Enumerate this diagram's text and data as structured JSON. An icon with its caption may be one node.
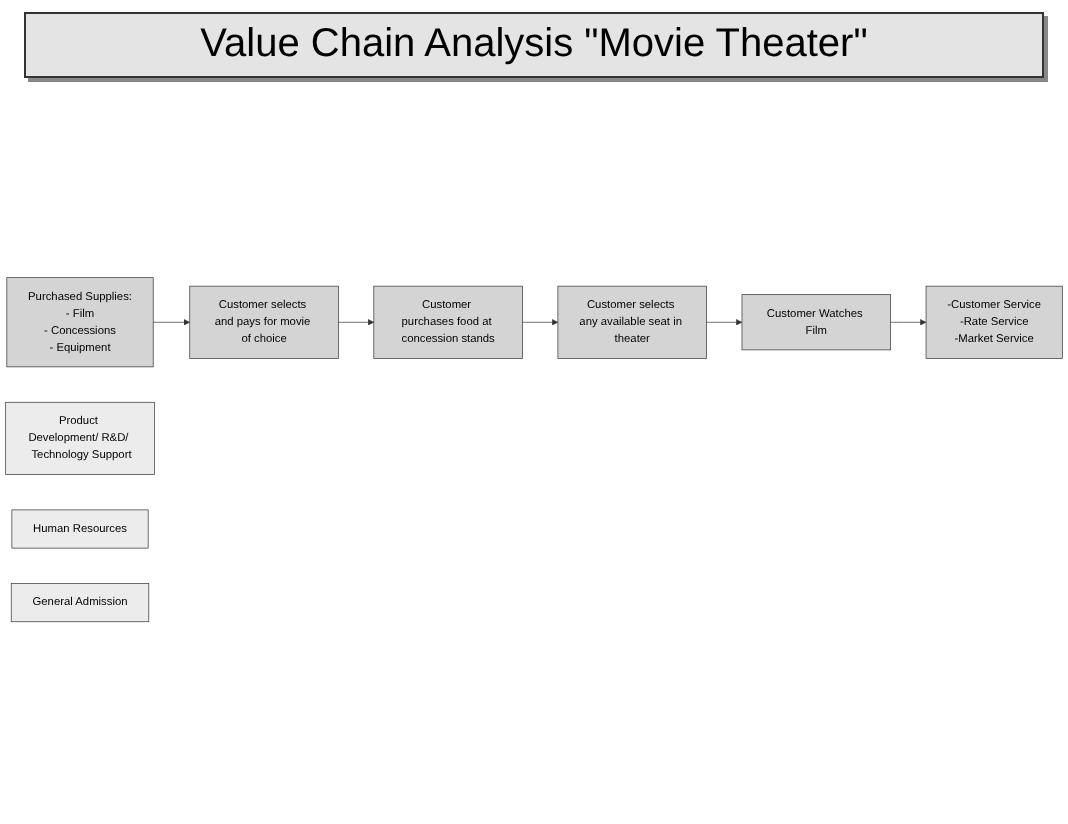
{
  "diagram": {
    "title": "Value Chain Analysis \"Movie Theater\"",
    "nodes": [
      {
        "text": [
          "Purchased Supplies:",
          "- Film",
          "- Concessions",
          "- Equipment"
        ]
      },
      {
        "text": [
          "Customer selects and pays for movie of choice"
        ]
      },
      {
        "text": [
          "Customer purchases food at concession stands"
        ]
      },
      {
        "text": [
          "Customer selects any available seat in theater"
        ]
      },
      {
        "text": [
          "Customer Watches Film"
        ]
      },
      {
        "text": [
          "-Customer Service",
          "-Rate Service",
          "-Market Service"
        ]
      },
      {
        "text": [
          "Product Development/ R&D/  Technology Support"
        ]
      },
      {
        "text": [
          "Human Resources"
        ]
      },
      {
        "text": [
          "General Admission"
        ]
      }
    ],
    "edges": [
      {
        "from": 0,
        "to": 1,
        "arrow": "to"
      },
      {
        "from": 1,
        "to": 2,
        "arrow": "to"
      },
      {
        "from": 2,
        "to": 3,
        "arrow": "to"
      },
      {
        "from": 3,
        "to": 4,
        "arrow": "to"
      },
      {
        "from": 4,
        "to": 5,
        "arrow": "to"
      }
    ]
  }
}
